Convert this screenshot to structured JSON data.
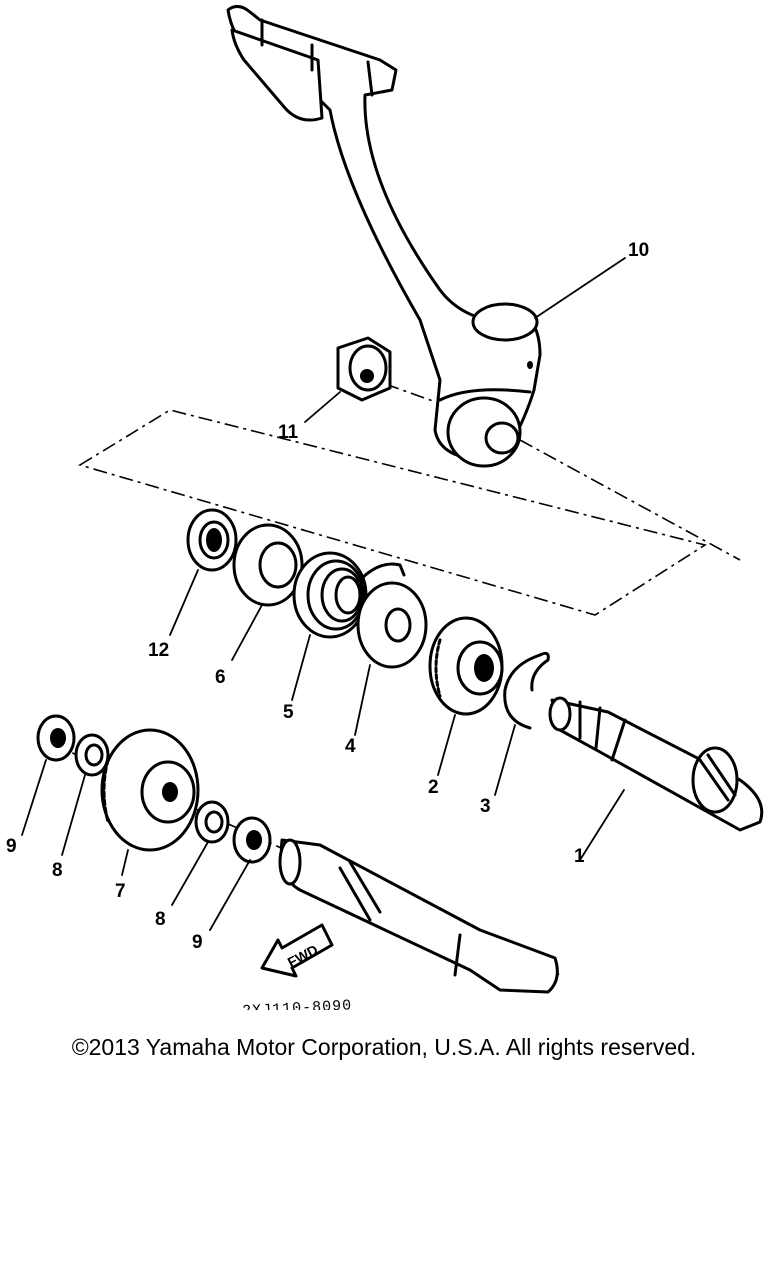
{
  "diagram": {
    "callouts": [
      {
        "id": "p1",
        "label": "1"
      },
      {
        "id": "p2",
        "label": "2"
      },
      {
        "id": "p3",
        "label": "3"
      },
      {
        "id": "p4",
        "label": "4"
      },
      {
        "id": "p5",
        "label": "5"
      },
      {
        "id": "p6",
        "label": "6"
      },
      {
        "id": "p7",
        "label": "7"
      },
      {
        "id": "p8a",
        "label": "8"
      },
      {
        "id": "p8b",
        "label": "8"
      },
      {
        "id": "p9a",
        "label": "9"
      },
      {
        "id": "p9b",
        "label": "9"
      },
      {
        "id": "p10",
        "label": "10"
      },
      {
        "id": "p11",
        "label": "11"
      },
      {
        "id": "p12",
        "label": "12"
      }
    ],
    "fwd_label": "FWD",
    "drawing_code": "2XJ110-8090"
  },
  "footer": {
    "copyright": "©2013 Yamaha Motor Corporation, U.S.A. All rights reserved."
  }
}
